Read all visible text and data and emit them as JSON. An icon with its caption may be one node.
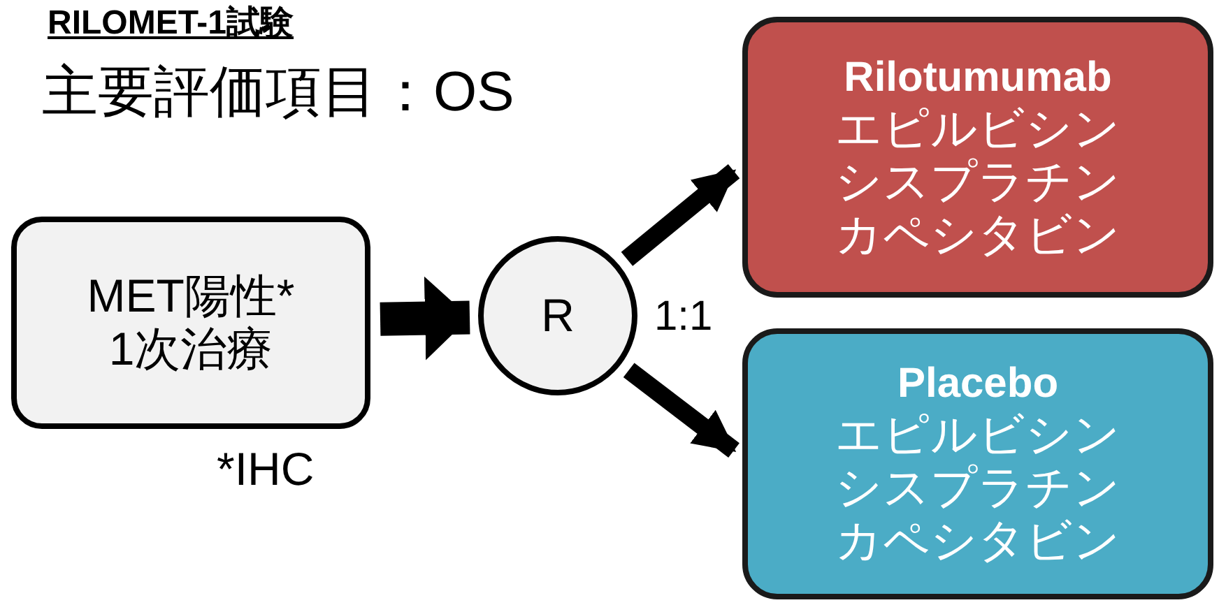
{
  "diagram": {
    "title": "RILOMET-1試験",
    "nodes": [
      {
        "text": [
          "MET陽性*",
          "1次治療"
        ],
        "beside": [
          "*IHC"
        ]
      },
      {
        "text": [
          "R"
        ]
      },
      {
        "text": [
          "Rilotumumab",
          "エピルビシン",
          "シスプラチン",
          "カペシタビン"
        ]
      },
      {
        "text": [
          "Placebo",
          "エピルビシン",
          "シスプラチン",
          "カペシタビン"
        ]
      }
    ],
    "edges": [
      {
        "from": 0,
        "to": 1,
        "arrow": "to",
        "style": "thick"
      },
      {
        "from": 1,
        "to": 2,
        "arrow": "to"
      },
      {
        "from": 1,
        "to": 3,
        "arrow": "to"
      }
    ],
    "labels": [
      "主要評価項目：OS",
      "1:1"
    ]
  }
}
